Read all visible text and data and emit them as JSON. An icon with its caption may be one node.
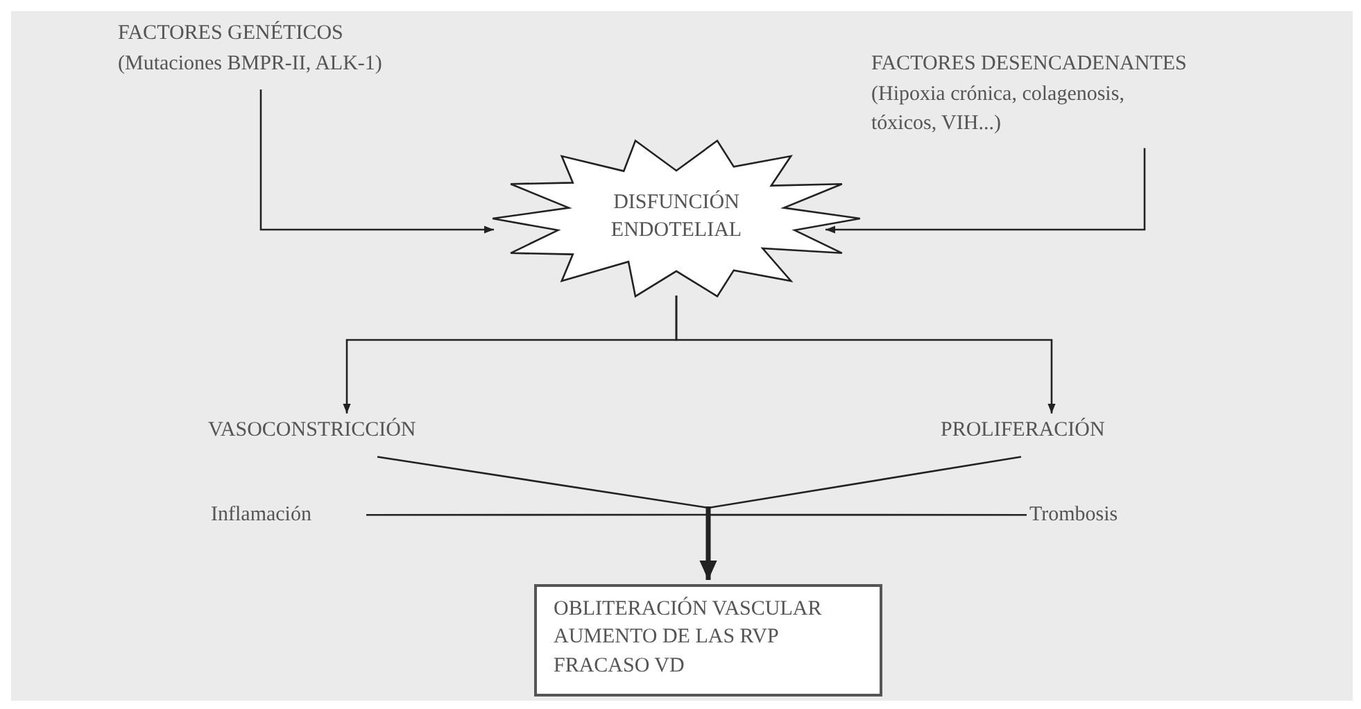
{
  "diagram": {
    "nodes": [
      {
        "text": [
          "FACTORES GENÉTICOS",
          "(Mutaciones BMPR-II, ALK-1)"
        ]
      },
      {
        "text": [
          "FACTORES DESENCADENANTES",
          "(Hipoxia crónica, colagenosis, tóxicos, VIH...)"
        ]
      },
      {
        "text": [
          "DISFUNCIÓN ENDOTELIAL"
        ]
      },
      {
        "text": [
          "VASOCONSTRICCIÓN"
        ]
      },
      {
        "text": [
          "PROLIFERACIÓN"
        ]
      },
      {
        "text": [
          "Inflamación"
        ]
      },
      {
        "text": [
          "Trombosis"
        ]
      },
      {
        "text": [
          "OBLITERACIÓN VASCULAR",
          "AUMENTO DE LAS RVP",
          "FRACASO VD"
        ]
      }
    ],
    "edges": [
      {
        "from": 0,
        "to": 2,
        "arrow": "to"
      },
      {
        "from": 1,
        "to": 2,
        "arrow": "to"
      },
      {
        "from": 2,
        "to": 3,
        "arrow": "to"
      },
      {
        "from": 2,
        "to": 4,
        "arrow": "to"
      },
      {
        "from": 3,
        "to": 7,
        "arrow": "to"
      },
      {
        "from": 4,
        "to": 7,
        "arrow": "to"
      },
      {
        "from": 5,
        "to": 7,
        "arrow": "to"
      },
      {
        "from": 6,
        "to": 7,
        "arrow": "to"
      }
    ]
  }
}
